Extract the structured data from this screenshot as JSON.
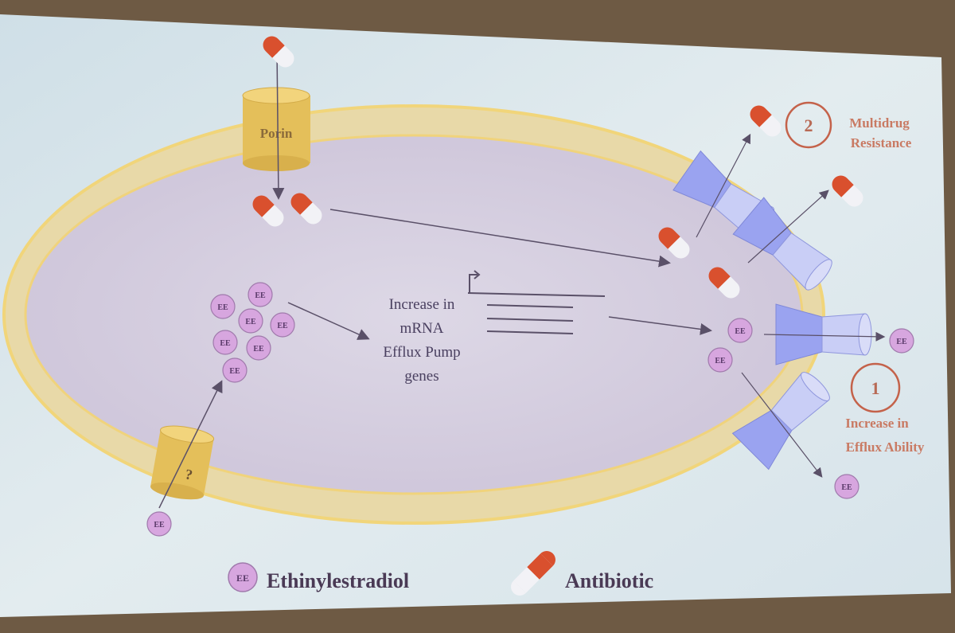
{
  "porin_label": "Porin",
  "unknown_channel_label": "?",
  "ee_abbrev": "EE",
  "center_text": [
    "Increase in",
    "mRNA",
    "Efflux Pump",
    "genes"
  ],
  "outcomes": [
    {
      "number": "1",
      "lines": [
        "Increase in",
        "Efflux Ability"
      ]
    },
    {
      "number": "2",
      "lines": [
        "Multidrug",
        "Resistance"
      ]
    }
  ],
  "legend": {
    "ee_label": "Ethinylestradiol",
    "antibiotic_label": "Antibiotic"
  },
  "colors": {
    "slide_bg": "#dde8ee",
    "cell_membrane": "#f3d98a",
    "cell_fill": "#d9d4e3",
    "porin": "#e9c45e",
    "pump": "#9aa3f0",
    "ee_molecule": "#d7a6df",
    "antibiotic_red": "#d9502e",
    "antibiotic_white": "#f2f2f6",
    "outcome_text": "#c97a63"
  }
}
